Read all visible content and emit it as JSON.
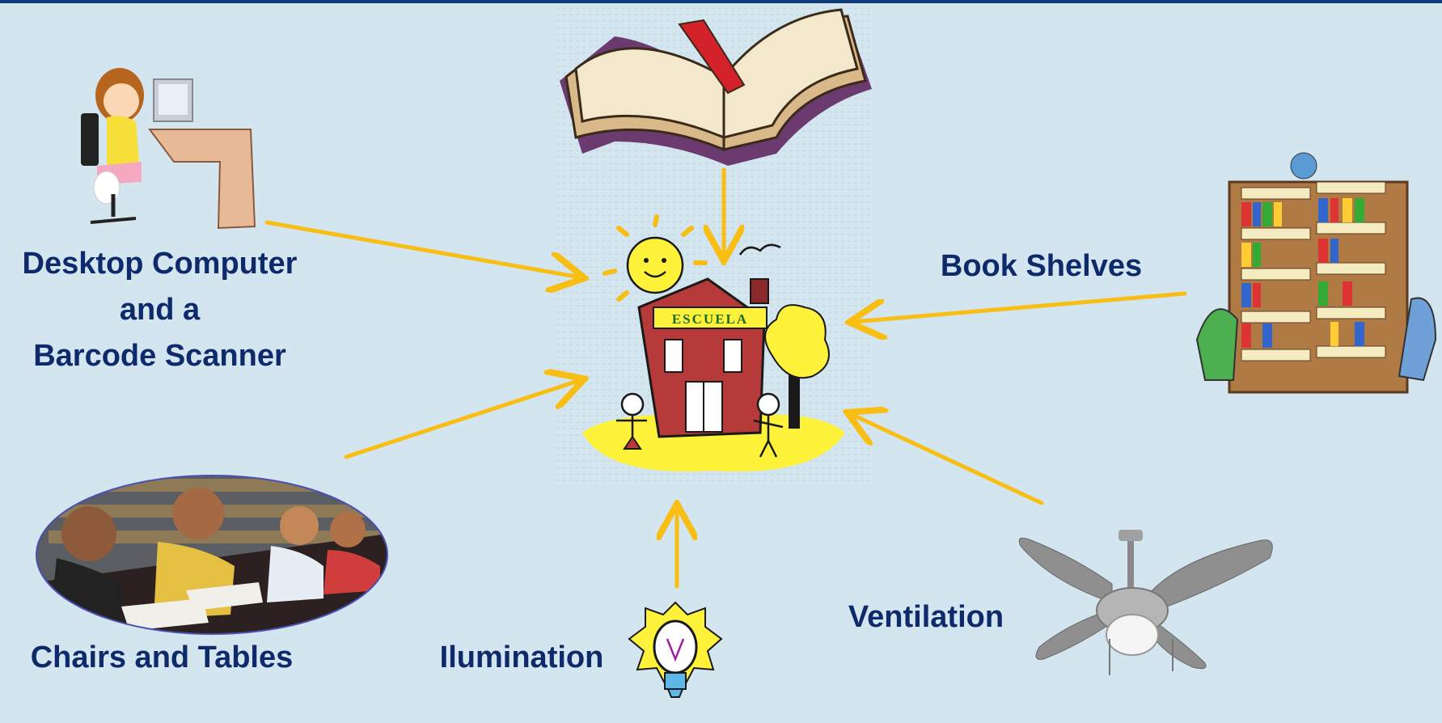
{
  "labels": {
    "desktop_line1": "Desktop Computer",
    "desktop_line2": "and a",
    "desktop_line3": "Barcode Scanner",
    "book_shelves": "Book Shelves",
    "chairs_tables": "Chairs and Tables",
    "illumination": "Ilumination",
    "ventilation": "Ventilation",
    "school_sign": "ESCUELA"
  },
  "icons": {
    "center": "school-house-icon",
    "top": "open-book-icon",
    "desktop": "computer-desk-icon",
    "shelves": "bookshelf-icon",
    "chairs": "students-reading-icon",
    "light": "light-bulb-icon",
    "fan": "ceiling-fan-icon"
  },
  "colors": {
    "background": "#d3e5ef",
    "top_bar": "#0e3a7a",
    "label_text": "#0f2a6b",
    "arrow": "#f9be14"
  }
}
